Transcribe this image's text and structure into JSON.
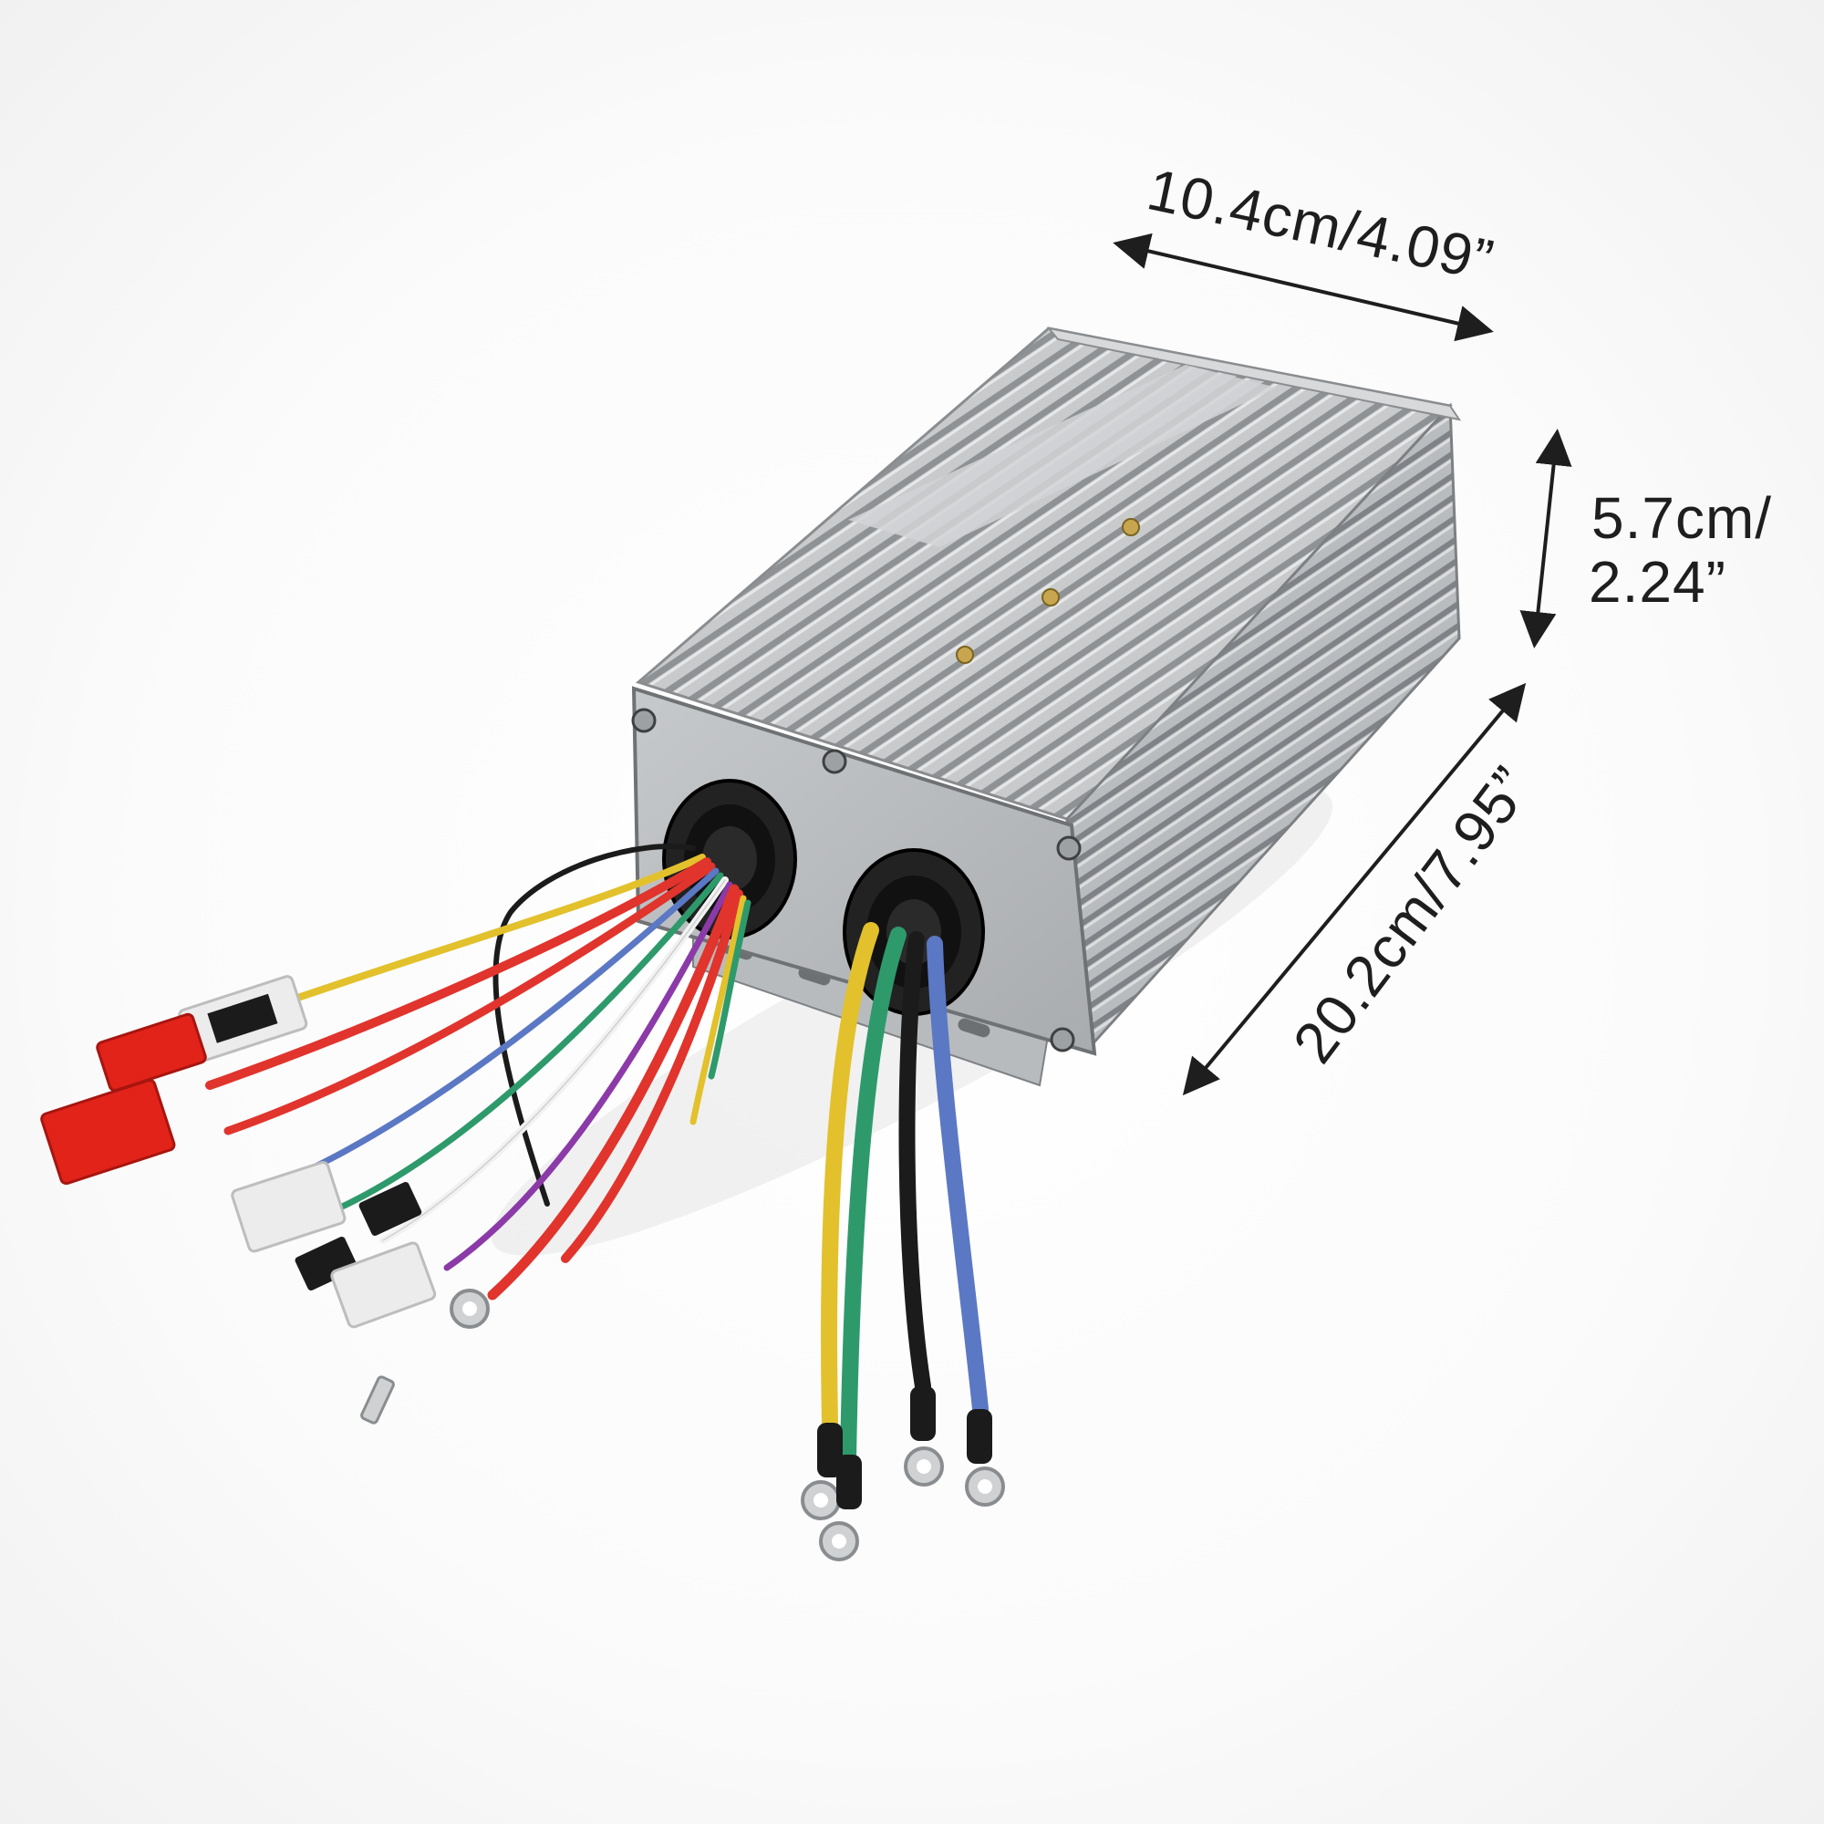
{
  "dimensions": {
    "width": "10.4cm/4.09”",
    "height_line1": "5.7cm/",
    "height_line2": "2.24”",
    "length": "20.2cm/7.95”"
  },
  "colors": {
    "housing": "#c9cbcd",
    "fin_dark": "#8e9194",
    "end_plate": "#b9bcbf",
    "gland": "#1a1a1a",
    "wire_yellow": "#e2c12c",
    "wire_green": "#2e9a6b",
    "wire_black": "#1b1b1b",
    "wire_blue": "#5b78c4",
    "wire_red": "#e0342d",
    "connector_red": "#e2231a",
    "connector_white": "#ececec"
  }
}
